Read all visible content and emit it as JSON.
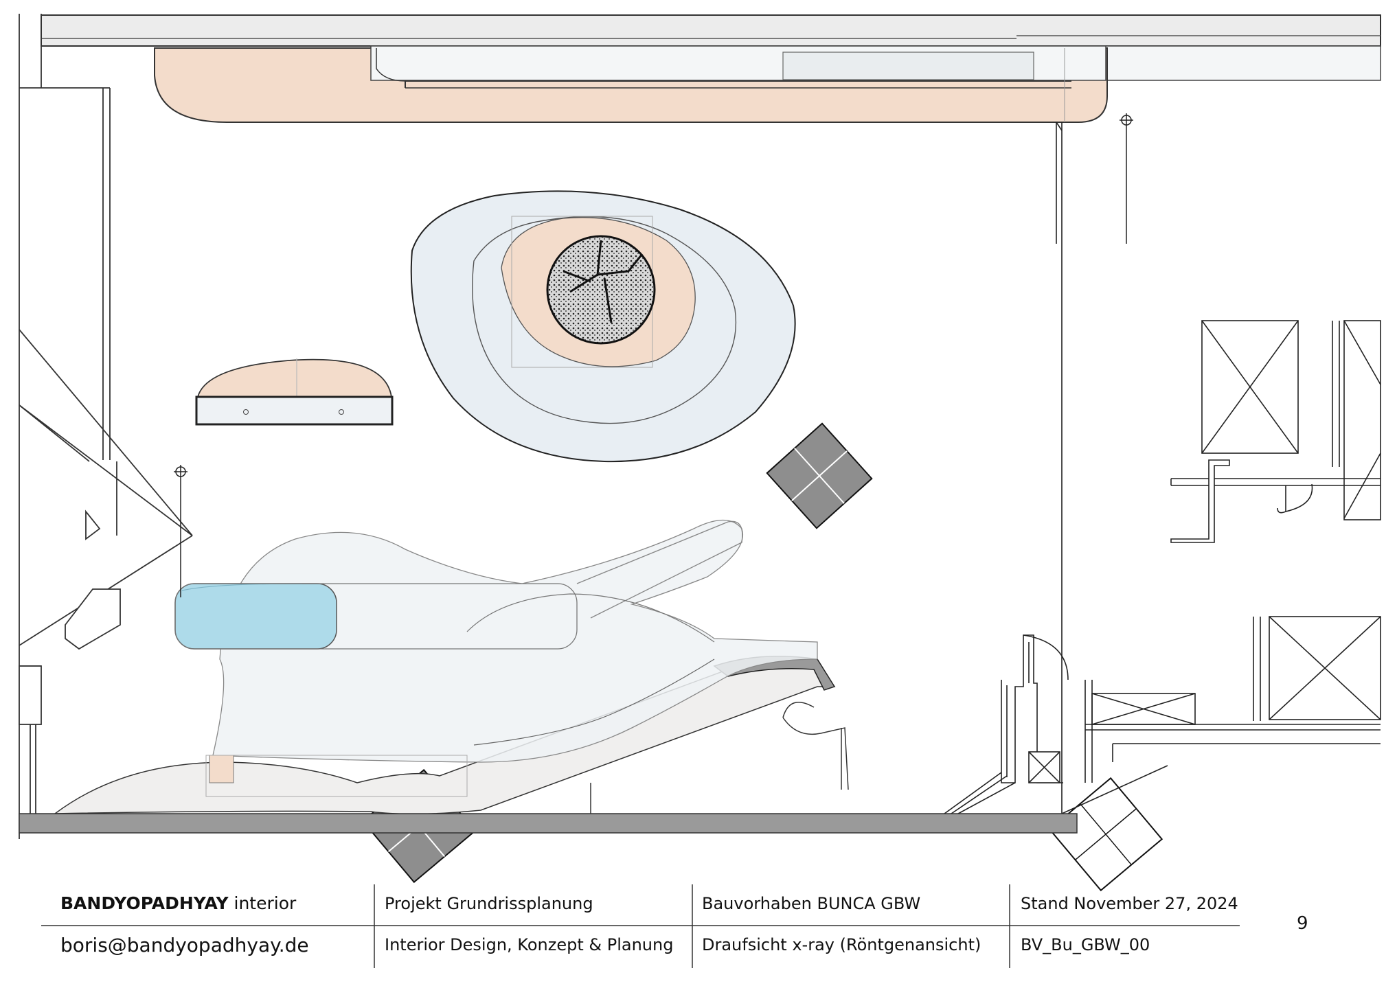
{
  "title_block": {
    "brand_bold": "BANDYOPADHYAY",
    "brand_rest": " interior",
    "email": "boris@bandyopadhyay.de",
    "project_title": "Projekt Grundrissplanung",
    "project_sub": "Interior Design, Konzept & Planung",
    "building_title": "Bauvorhaben BUNCA GBW",
    "building_sub": "Draufsicht x-ray (Röntgenansicht)",
    "date": "Stand November 27, 2024",
    "drawing_code": "BV_Bu_GBW_00",
    "page_number": "9"
  },
  "colors": {
    "wall_fill": "#e9e9e9",
    "dark_wall": "#9a9a9a",
    "peach": "#f3dccb",
    "rug": "#e8eef3",
    "sofa": "#eef2f5",
    "cushion": "#aedbea",
    "stool": "#8e8e8e",
    "line": "#222222"
  }
}
